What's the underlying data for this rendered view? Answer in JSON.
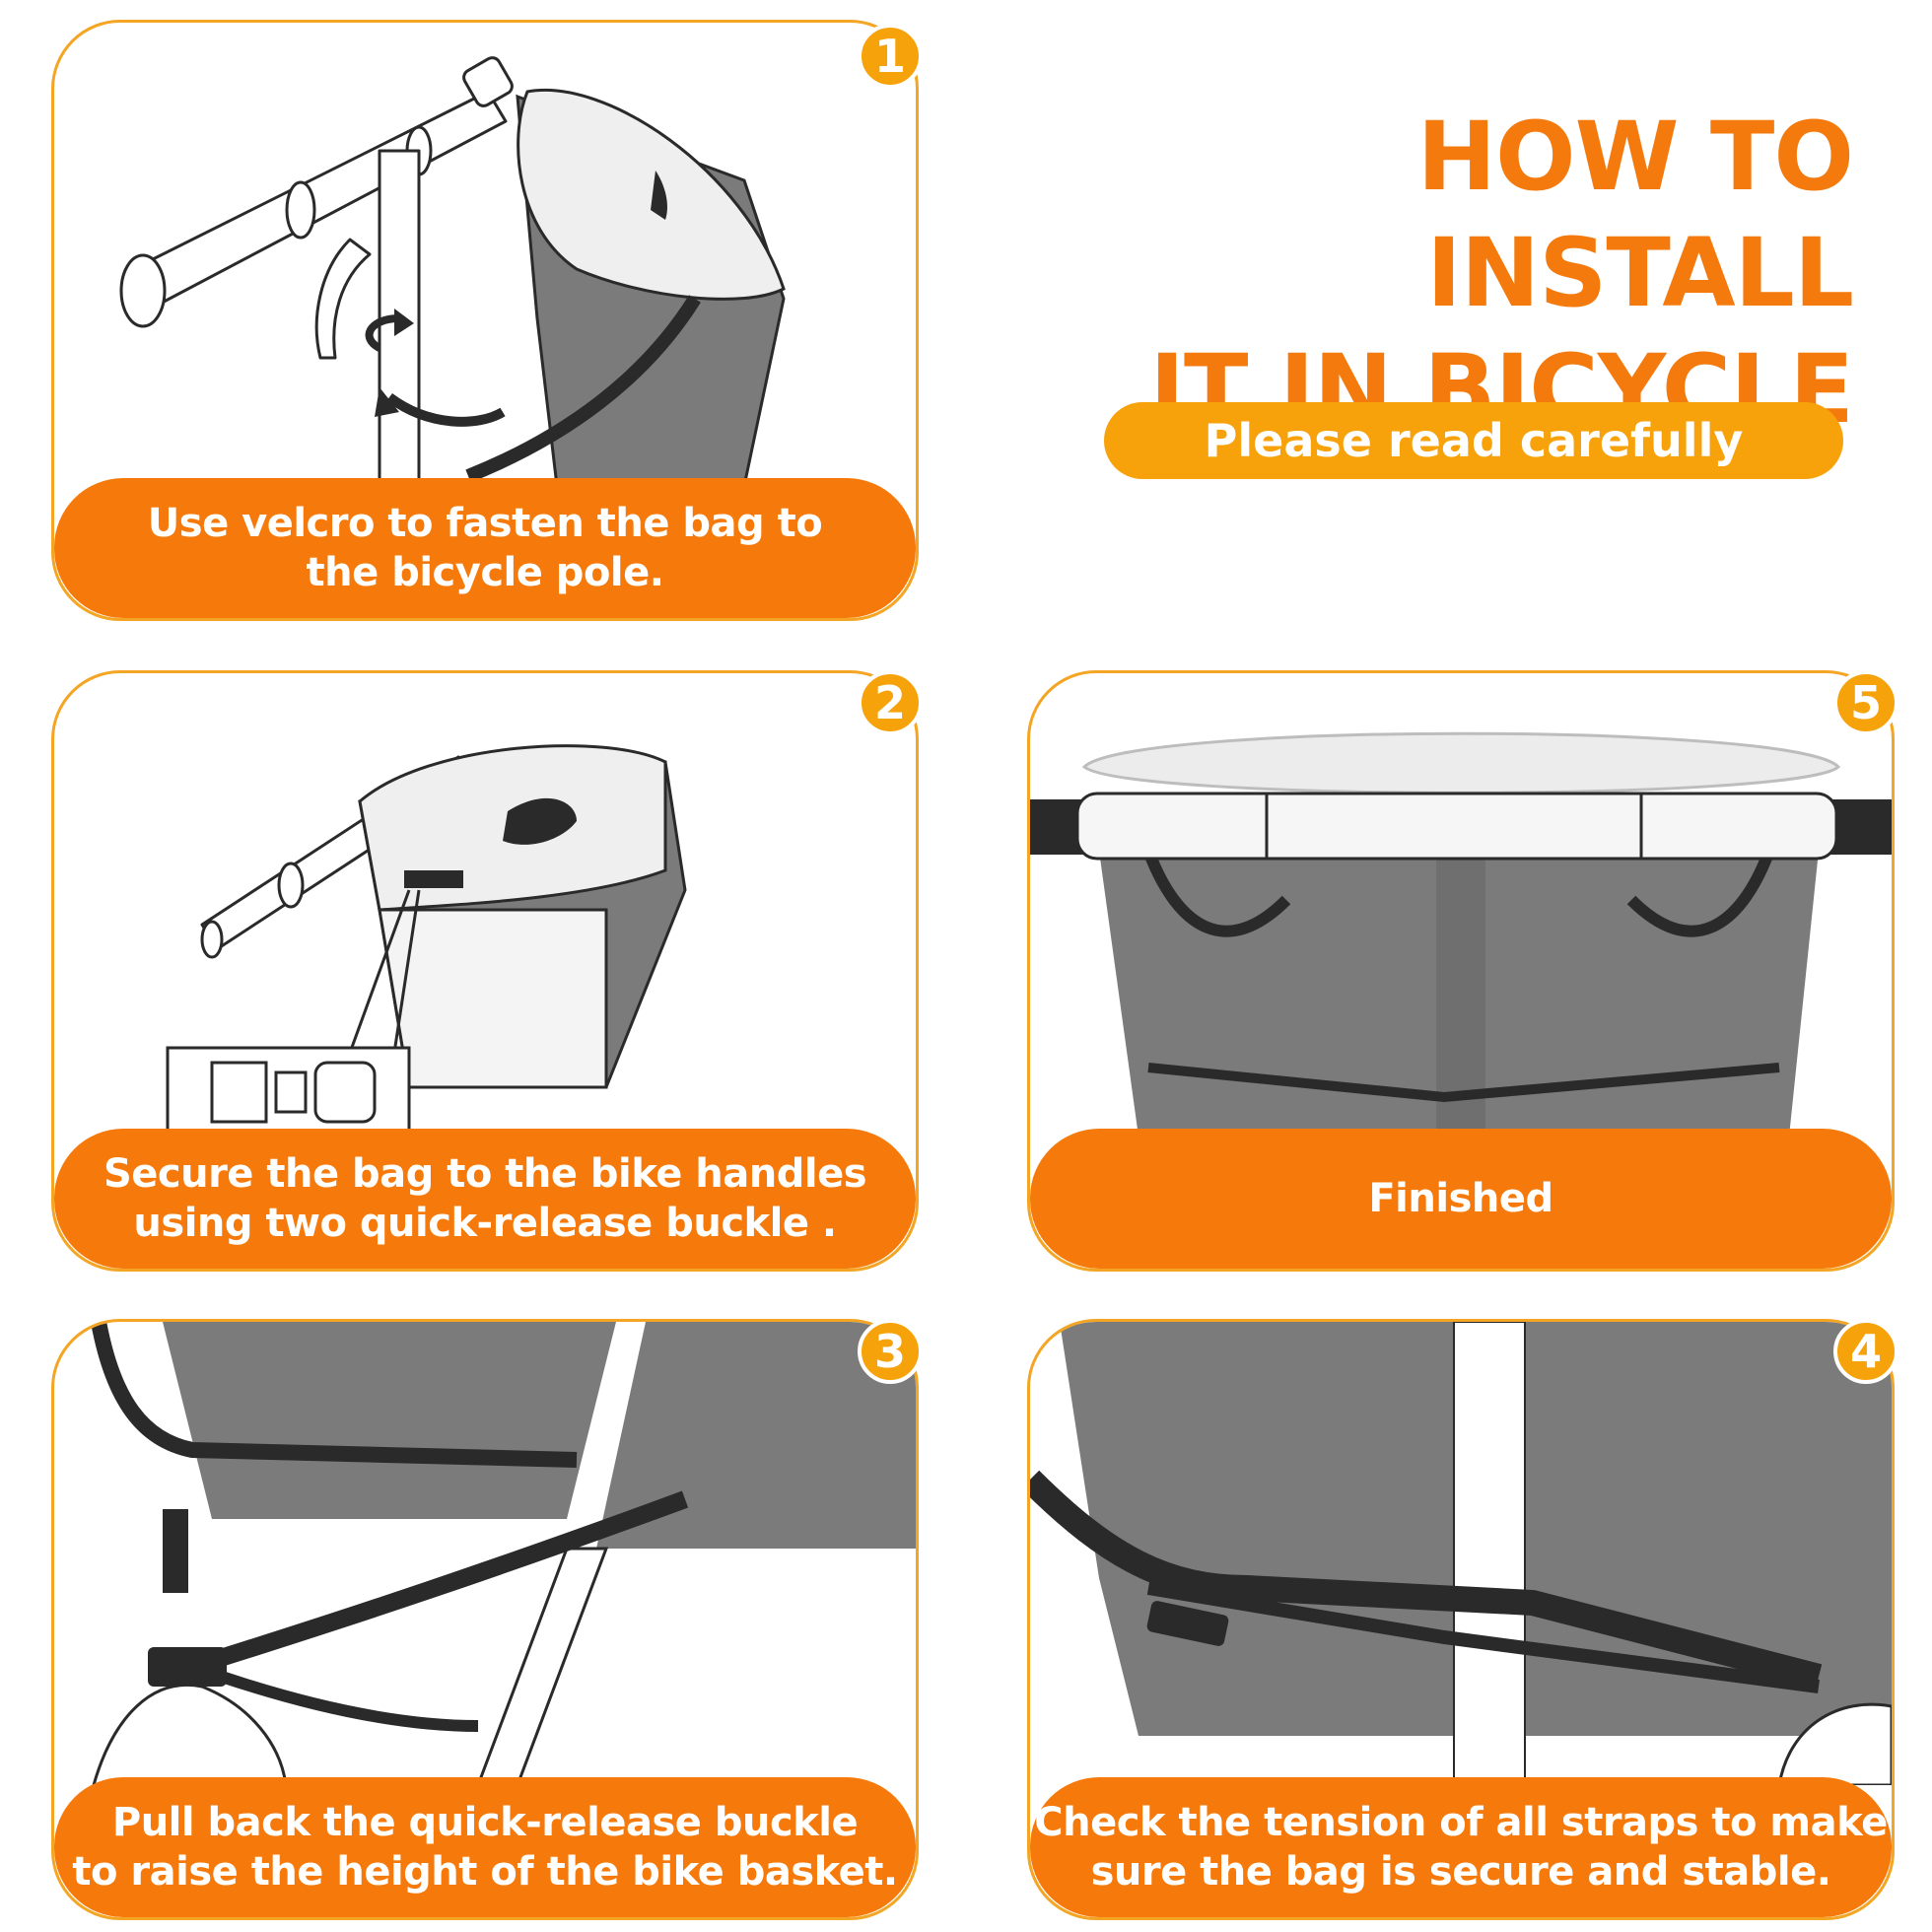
{
  "header": {
    "title_line1": "HOW TO INSTALL",
    "title_line2": "IT IN BICYCLE",
    "subtitle": "Please read carefully"
  },
  "colors": {
    "orange": "#f57a0b",
    "amber": "#f6a30b",
    "gray_fabric": "#7b7b7b",
    "strap": "#2a2a2a"
  },
  "steps": [
    {
      "number": "1",
      "caption_line1": "Use velcro to fasten the bag to",
      "caption_line2": "the bicycle pole.",
      "icon": "velcro-attach-illustration"
    },
    {
      "number": "2",
      "caption_line1": "Secure the bag to the bike handles",
      "caption_line2": "using two quick-release buckle .",
      "icon": "buckle-attach-illustration"
    },
    {
      "number": "3",
      "caption_line1": "Pull back the quick-release buckle",
      "caption_line2": "to raise the height of the bike basket.",
      "icon": "pull-strap-illustration"
    },
    {
      "number": "4",
      "caption_line1": "Check the tension of all straps to make",
      "caption_line2": "sure the bag is secure and stable.",
      "icon": "check-tension-illustration"
    },
    {
      "number": "5",
      "caption_line1": "Finished",
      "icon": "finished-bag-illustration"
    }
  ]
}
